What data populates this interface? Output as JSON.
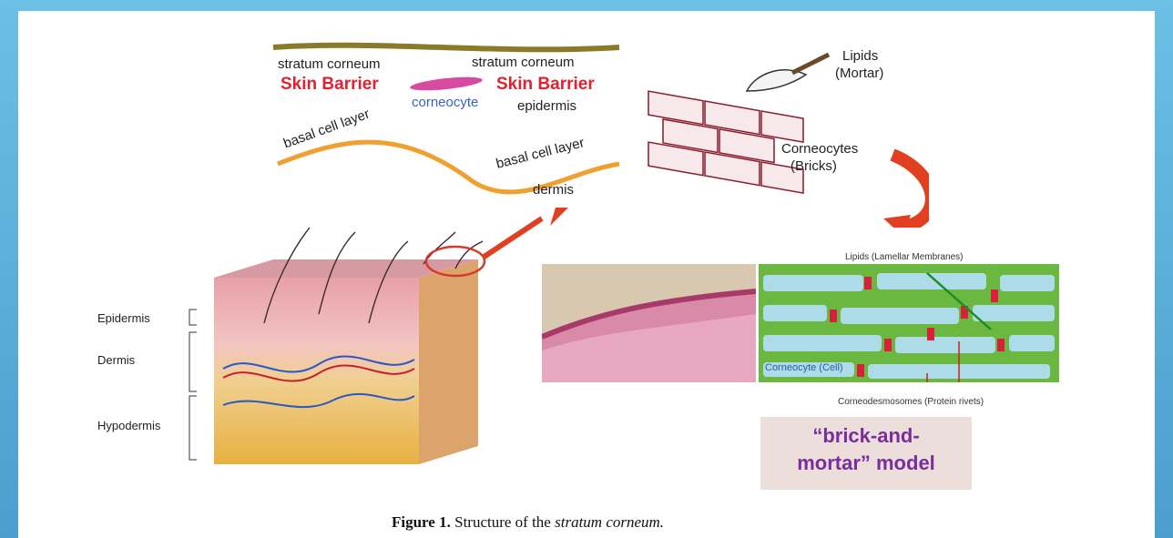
{
  "barrier_diagram": {
    "stratum_corneum_left": "stratum corneum",
    "stratum_corneum_right": "stratum corneum",
    "skin_barrier_left": "Skin Barrier",
    "skin_barrier_right": "Skin Barrier",
    "corneocyte": "corneocyte",
    "epidermis": "epidermis",
    "basal_left": "basal cell layer",
    "basal_right": "basal cell layer",
    "dermis": "dermis"
  },
  "brick_wall": {
    "lipids": "Lipids",
    "mortar": "(Mortar)",
    "corneocytes": "Corneocytes",
    "bricks": "(Bricks)"
  },
  "skin_block": {
    "epidermis": "Epidermis",
    "dermis": "Dermis",
    "hypodermis": "Hypodermis"
  },
  "micro_panel": {
    "lipids_label": "Lipids (Lamellar Membranes)",
    "cell_label": "Corneocyte (Cell)",
    "rivets_label": "Corneodesmosomes (Protein rivets)"
  },
  "model": {
    "line1": "“brick-and-",
    "line2": "mortar” model"
  },
  "caption": {
    "bold": "Figure 1.",
    "plain": " Structure of the ",
    "italic": "stratum corneum."
  },
  "colors": {
    "skin_barrier": "#e32030",
    "model_text": "#7a2d9c",
    "model_bg": "#ecdedb",
    "stratum_line": "#8a7a2a",
    "basal_line": "#f0a030",
    "arrow": "#e04020"
  }
}
